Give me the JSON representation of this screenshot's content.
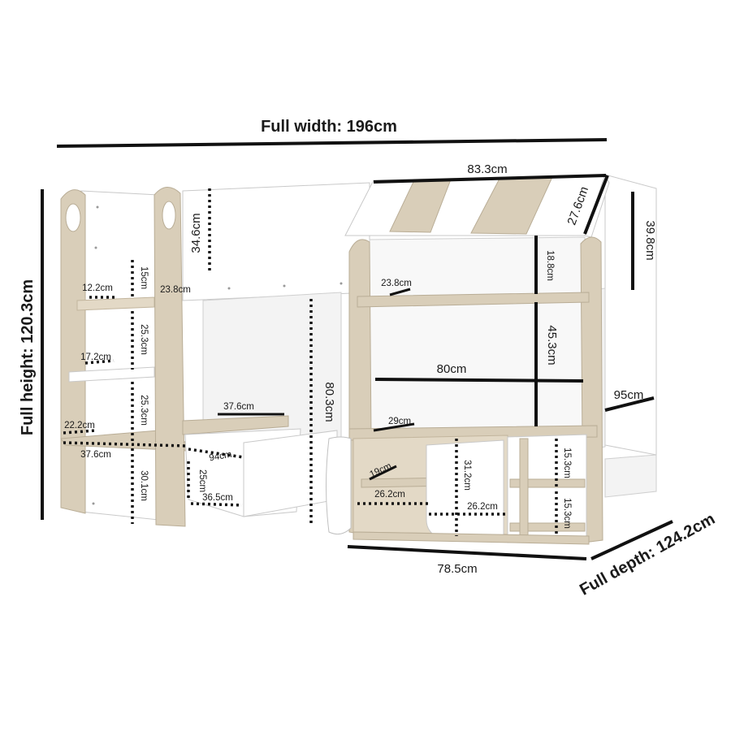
{
  "overall": {
    "full_width": "Full width: 196cm",
    "full_height": "Full height: 120.3cm",
    "full_depth": "Full depth: 124.2cm"
  },
  "dims": {
    "roof_width": "83.3cm",
    "roof_slope": "27.6cm",
    "roof_height": "39.8cm",
    "rail_height": "34.6cm",
    "upper_shelf_gap": "18.8cm",
    "upper_shelf_depth": "23.8cm",
    "ladder_rung_1": "15cm",
    "ladder_rung_w1": "12.2cm",
    "ladder_top_depth": "23.8cm",
    "ladder_gap_1": "25.3cm",
    "ladder_rung_w2": "17.2cm",
    "ladder_gap_2": "25.3cm",
    "ladder_rung_w3": "22.2cm",
    "ladder_base_depth": "37.6cm",
    "ladder_base_gap": "30.1cm",
    "desk_depth": "37.6cm",
    "drawer_width": "94cm",
    "drawer_height": "25cm",
    "drawer_depth": "36.5cm",
    "under_bed_height": "80.3cm",
    "inner_height": "45.3cm",
    "inner_width": "80cm",
    "side_depth": "95cm",
    "counter_depth": "29cm",
    "door_height": "31.2cm",
    "cab_shelf": "19cm",
    "cab_width_left": "26.2cm",
    "cab_width_right": "26.2cm",
    "cube_height_1": "15.3cm",
    "cube_height_2": "15.3cm",
    "base_width": "78.5cm"
  }
}
